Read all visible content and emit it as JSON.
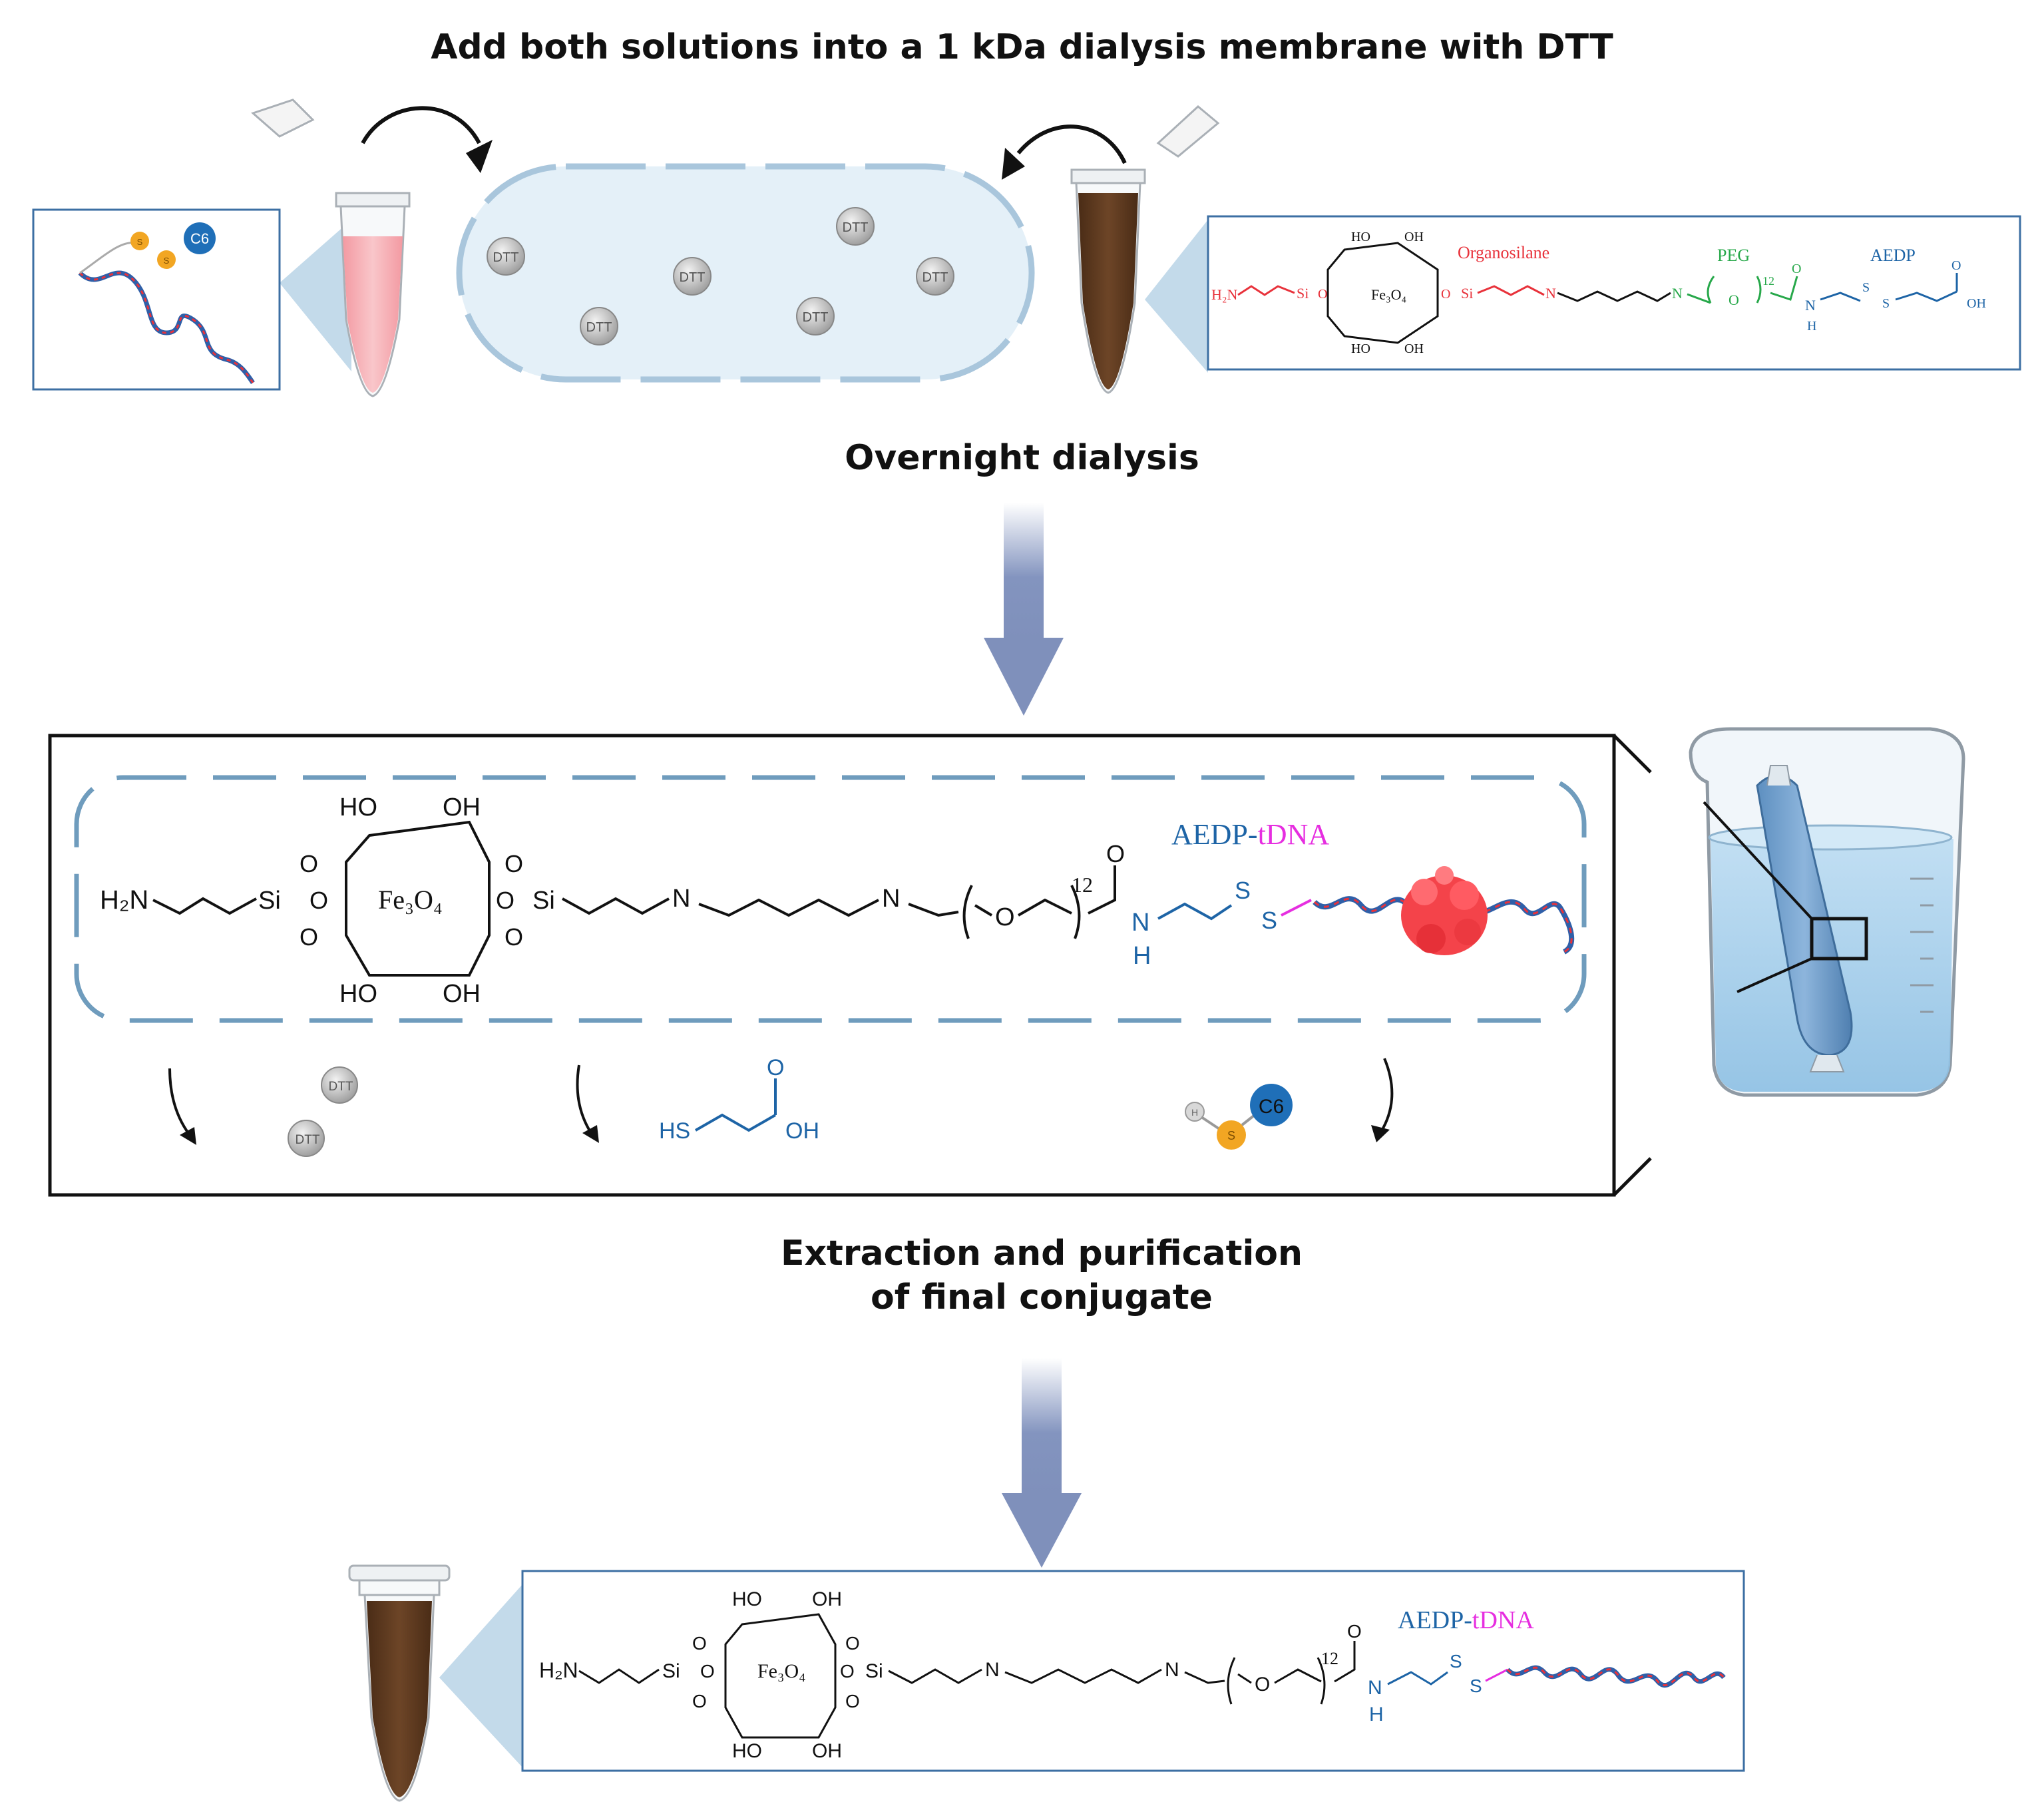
{
  "steps": {
    "add_solutions": "Add both solutions into a 1 kDa dialysis membrane with DTT",
    "dialysis": "Overnight dialysis",
    "extraction_line1": "Extraction and purification",
    "extraction_line2": "of final conjugate"
  },
  "labels": {
    "dtt": "DTT",
    "c6": "C6",
    "s": "S",
    "h": "H",
    "organosilane": "Organosilane",
    "peg": "PEG",
    "aedp": "AEDP",
    "aedp_prefix": "AEDP-",
    "tdna": "tDNA",
    "ho": "HO",
    "oh": "OH",
    "h2n": "H₂N",
    "si": "Si",
    "o": "O",
    "n": "N",
    "fe3o4": "Fe₃O₄",
    "twelve": "12",
    "hs": "HS"
  },
  "colors": {
    "red": "#e8323b",
    "blue": "#2f78c8",
    "green": "#27a84a",
    "aedp_blue": "#1d64a6",
    "magenta": "#e62ee0",
    "arrow": "#8394bf",
    "membrane": "#a9c6dc",
    "brown": "#5e3a20",
    "pink": "#f6b1b6",
    "gold": "#f2a623"
  }
}
